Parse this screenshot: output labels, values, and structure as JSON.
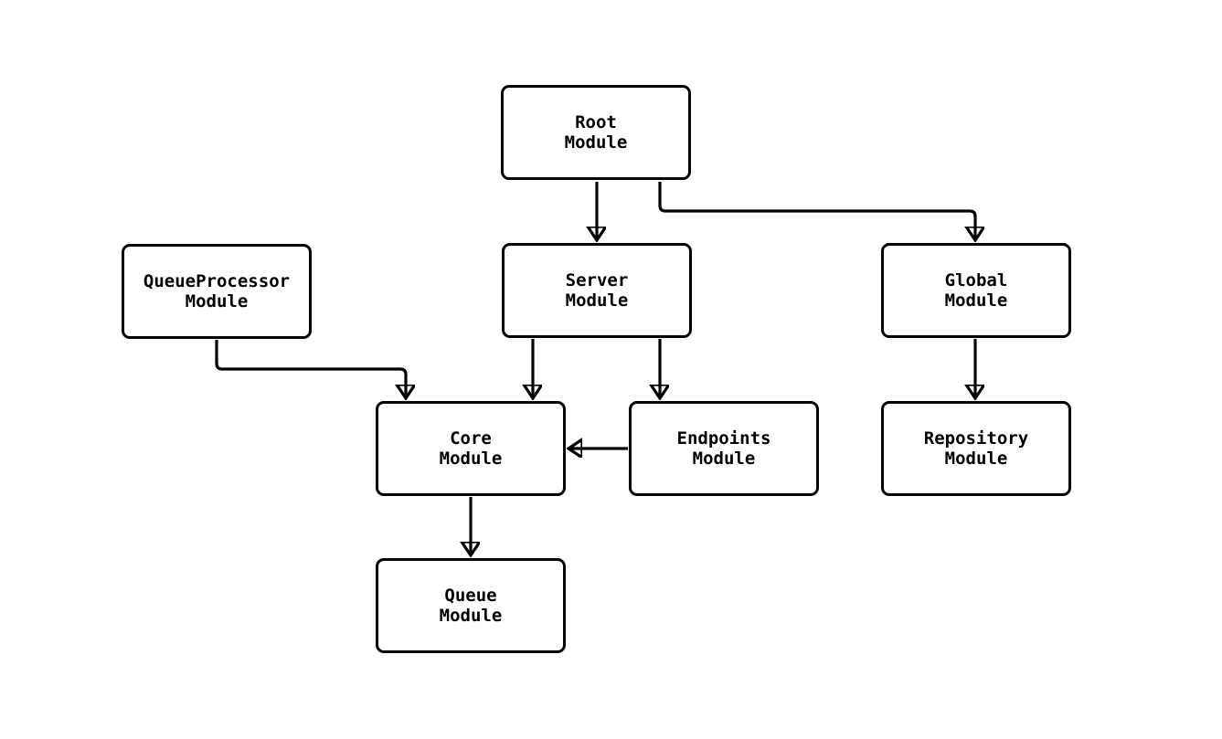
{
  "diagram": {
    "type": "module-dependency-flowchart",
    "colors": {
      "background": "#ffffff",
      "node_fill": "#ffffff",
      "node_border": "#000000",
      "edge_stroke": "#000000",
      "text": "#000000"
    },
    "nodes": [
      {
        "id": "root",
        "label": "Root\nModule"
      },
      {
        "id": "queueprocessor",
        "label": "QueueProcessor\nModule"
      },
      {
        "id": "server",
        "label": "Server\nModule"
      },
      {
        "id": "global",
        "label": "Global\nModule"
      },
      {
        "id": "core",
        "label": "Core\nModule"
      },
      {
        "id": "endpoints",
        "label": "Endpoints\nModule"
      },
      {
        "id": "repository",
        "label": "Repository\nModule"
      },
      {
        "id": "queue",
        "label": "Queue\nModule"
      }
    ],
    "edges": [
      {
        "from": "root",
        "to": "server"
      },
      {
        "from": "root",
        "to": "global"
      },
      {
        "from": "queueprocessor",
        "to": "core"
      },
      {
        "from": "server",
        "to": "core"
      },
      {
        "from": "server",
        "to": "endpoints"
      },
      {
        "from": "endpoints",
        "to": "core"
      },
      {
        "from": "global",
        "to": "repository"
      },
      {
        "from": "core",
        "to": "queue"
      }
    ]
  }
}
